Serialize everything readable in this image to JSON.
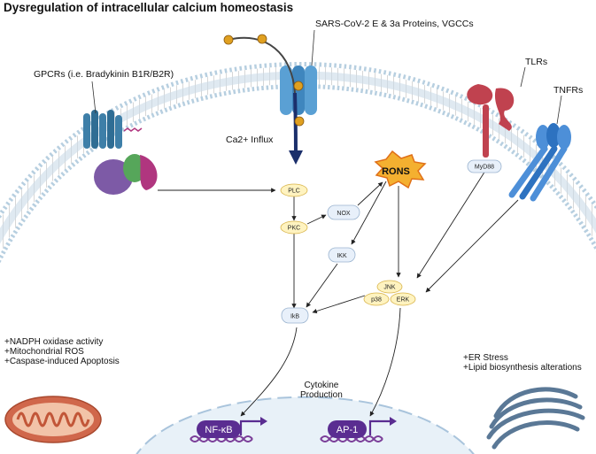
{
  "title": "Dysregulation of intracellular calcium homeostasis",
  "labels": {
    "gpcr": "GPCRs (i.e. Bradykinin B1R/B2R)",
    "sars": "SARS-CoV-2 E & 3a Proteins, VGCCs",
    "ca_influx": "Ca2+ Influx",
    "tlrs": "TLRs",
    "tnfrs": "TNFRs",
    "cytokine_line1": "Cytokine",
    "cytokine_line2": "Production"
  },
  "nodes": {
    "plc": "PLC",
    "pkc": "PKC",
    "nox": "NOX",
    "ikk": "IKK",
    "ikb": "IkB",
    "rons": "RONS",
    "myd88": "MyD88",
    "jnk": "JNK",
    "p38": "p38",
    "erk": "ERK",
    "nfkb": "NF-κB",
    "ap1": "AP-1"
  },
  "mito_effects": [
    "+NADPH oxidase activity",
    "+Mitochondrial ROS",
    "+Caspase-induced Apoptosis"
  ],
  "er_effects": [
    "+ER Stress",
    "+Lipid biosynthesis alterations"
  ],
  "colors": {
    "membrane": "#c9dbe8",
    "head_group": "#b7cfe0",
    "gpcr": "#3e7fa8",
    "gq": "#7d5aa6",
    "gq2": "#56a65a",
    "gq3": "#b0367f",
    "channel": "#5aa0d4",
    "calcium": "#e0a020",
    "arrow": "#1b2f6b",
    "tlr": "#c0424f",
    "tnfr": "#4d8fd8",
    "rons": "#f4b030",
    "plc_node": "#fff3c0",
    "node": "#e8f0fa",
    "tf": "#5a2d91",
    "dna": "#7a3d98",
    "mito": "#d0674b",
    "er": "#5a7896",
    "nucleus": "#e8f1f8"
  }
}
